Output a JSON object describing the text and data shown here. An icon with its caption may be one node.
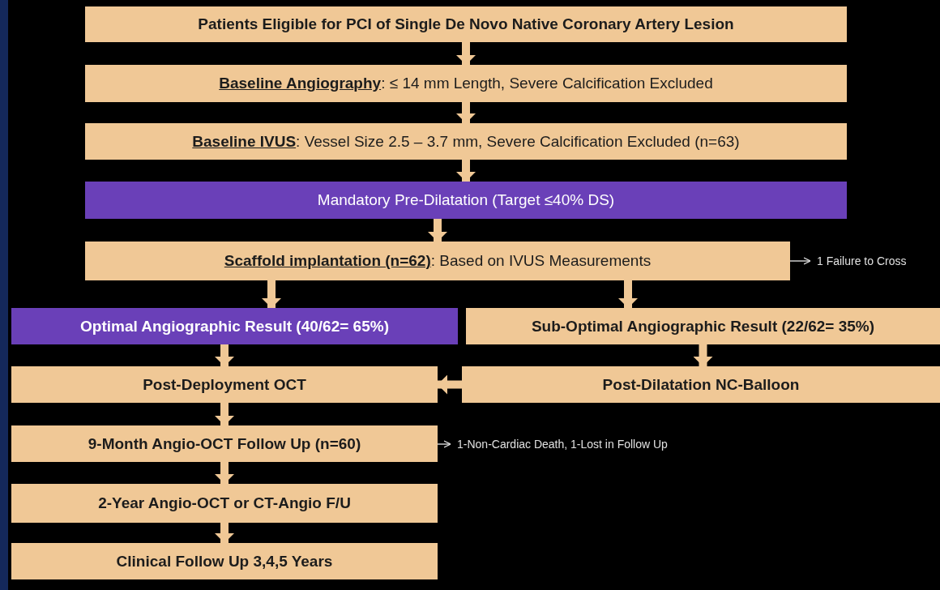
{
  "diagram": {
    "nodes": [
      {
        "text": [
          "Patients Eligible for PCI of Single De Novo Native Coronary Artery Lesion"
        ]
      },
      {
        "text": [
          "**Baseline Angiography**: ≤ 14 mm Length, Severe Calcification Excluded"
        ]
      },
      {
        "text": [
          "**Baseline IVUS**: Vessel Size 2.5 – 3.7 mm, Severe Calcification Excluded (n=63)"
        ]
      },
      {
        "text": [
          "Mandatory Pre-Dilatation (Target ≤40% DS)"
        ]
      },
      {
        "text": [
          "**Scaffold implantation (n=62)**: Based on IVUS Measurements"
        ]
      },
      {
        "text": [
          "1 Failure to Cross"
        ]
      },
      {
        "text": [
          "Optimal Angiographic Result (40/62= 65%)"
        ]
      },
      {
        "text": [
          "Sub-Optimal Angiographic Result (22/62= 35%)"
        ]
      },
      {
        "text": [
          "Post-Deployment OCT"
        ]
      },
      {
        "text": [
          "Post-Dilatation NC-Balloon"
        ]
      },
      {
        "text": [
          "9-Month Angio-OCT Follow Up (n=60)"
        ]
      },
      {
        "text": [
          "1-Non-Cardiac Death, 1-Lost in Follow Up"
        ]
      },
      {
        "text": [
          "2-Year Angio-OCT or CT-Angio F/U"
        ]
      },
      {
        "text": [
          "Clinical Follow Up 3,4,5 Years"
        ]
      }
    ],
    "edges": [
      {
        "from": 0,
        "to": 1,
        "arrow": "to"
      },
      {
        "from": 1,
        "to": 2,
        "arrow": "to"
      },
      {
        "from": 2,
        "to": 3,
        "arrow": "to"
      },
      {
        "from": 3,
        "to": 4,
        "arrow": "to"
      },
      {
        "from": 4,
        "to": 5,
        "arrow": "to",
        "color": "#ffffff"
      },
      {
        "from": 4,
        "to": 6,
        "arrow": "to"
      },
      {
        "from": 4,
        "to": 7,
        "arrow": "to"
      },
      {
        "from": 6,
        "to": 8,
        "arrow": "to"
      },
      {
        "from": 7,
        "to": 9,
        "arrow": "to"
      },
      {
        "from": 9,
        "to": 8,
        "arrow": "to"
      },
      {
        "from": 8,
        "to": 10,
        "arrow": "to"
      },
      {
        "from": 10,
        "to": 11,
        "arrow": "to",
        "color": "#ffffff"
      },
      {
        "from": 10,
        "to": 12,
        "arrow": "to"
      },
      {
        "from": 12,
        "to": 13,
        "arrow": "to"
      }
    ]
  }
}
